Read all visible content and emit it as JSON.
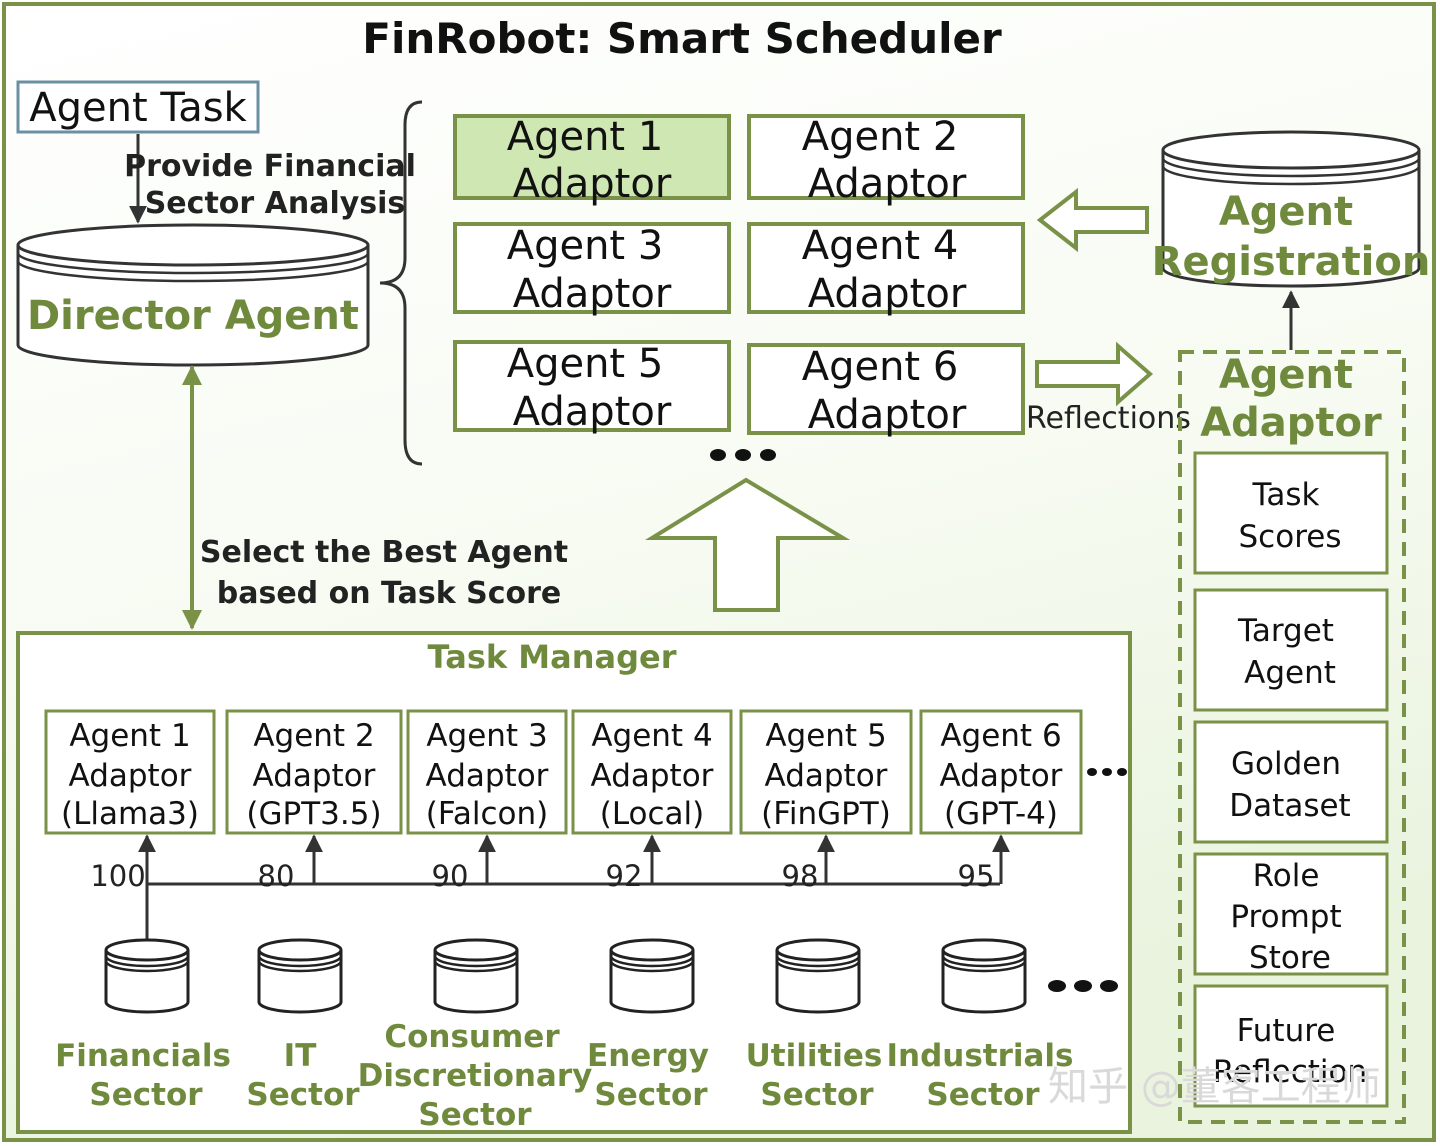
{
  "title": "FinRobot: Smart Scheduler",
  "agent_task": "Agent Task",
  "provide_note": [
    "Provide Financial",
    "Sector Analysis"
  ],
  "director_agent": "Director Agent",
  "select_note": [
    "Select the Best Agent",
    "based on Task Score"
  ],
  "top_adaptors": [
    {
      "line1": "Agent 1",
      "line2": "Adaptor",
      "highlight": true
    },
    {
      "line1": "Agent 2",
      "line2": "Adaptor",
      "highlight": false
    },
    {
      "line1": "Agent 3",
      "line2": "Adaptor",
      "highlight": false
    },
    {
      "line1": "Agent 4",
      "line2": "Adaptor",
      "highlight": false
    },
    {
      "line1": "Agent 5",
      "line2": "Adaptor",
      "highlight": false
    },
    {
      "line1": "Agent 6",
      "line2": "Adaptor",
      "highlight": false
    }
  ],
  "agent_registration": [
    "Agent",
    "Registration"
  ],
  "reflections_label": "Reflections",
  "agent_adaptor_panel": {
    "title": [
      "Agent",
      "Adaptor"
    ],
    "items": [
      [
        "Task",
        "Scores"
      ],
      [
        "Target",
        "Agent"
      ],
      [
        "Golden",
        "Dataset"
      ],
      [
        "Role",
        "Prompt",
        "Store"
      ],
      [
        "Future",
        "Reflection"
      ]
    ]
  },
  "task_manager": {
    "title": "Task Manager",
    "adaptors": [
      {
        "line1": "Agent 1",
        "line2": "Adaptor",
        "line3": "(Llama3)",
        "score": "100"
      },
      {
        "line1": "Agent 2",
        "line2": "Adaptor",
        "line3": "(GPT3.5)",
        "score": "80"
      },
      {
        "line1": "Agent 3",
        "line2": "Adaptor",
        "line3": "(Falcon)",
        "score": "90"
      },
      {
        "line1": "Agent 4",
        "line2": "Adaptor",
        "line3": "(Local)",
        "score": "92"
      },
      {
        "line1": "Agent 5",
        "line2": "Adaptor",
        "line3": "(FinGPT)",
        "score": "98"
      },
      {
        "line1": "Agent 6",
        "line2": "Adaptor",
        "line3": "(GPT-4)",
        "score": "95"
      }
    ],
    "sectors": [
      [
        "Financials",
        "Sector"
      ],
      [
        "IT",
        "Sector"
      ],
      [
        "Consumer",
        "Discretionary",
        "Sector"
      ],
      [
        "Energy",
        "Sector"
      ],
      [
        "Utilities",
        "Sector"
      ],
      [
        "Industrials",
        "Sector"
      ]
    ]
  },
  "watermark": "知乎 @董客工程师",
  "colors": {
    "green": "#6f8a3c",
    "border_green": "#7a9248",
    "highlight_fill": "#cfe8b3",
    "agent_task_border": "#6b8fa3"
  }
}
